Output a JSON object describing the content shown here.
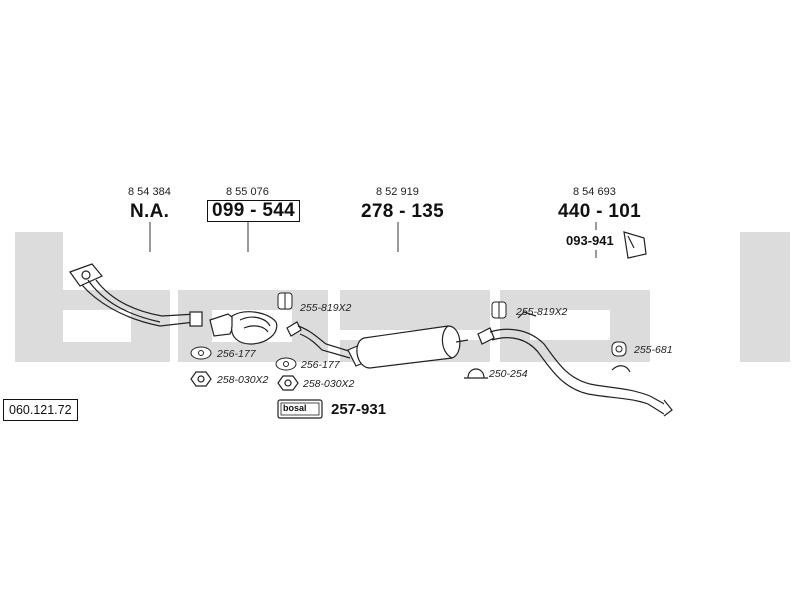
{
  "diagram": {
    "reference_number": "060.121.72",
    "watermark_text": "bosal",
    "groups": [
      {
        "oem": "8 54 384",
        "part": "N.A.",
        "boxed": false
      },
      {
        "oem": "8 55 076",
        "part": "099 - 544",
        "boxed": true
      },
      {
        "oem": "8 52 919",
        "part": "278 - 135",
        "boxed": false
      },
      {
        "oem": "8 54 693",
        "part": "440 - 101",
        "boxed": false
      }
    ],
    "bracket_part": "093-941",
    "accessories": {
      "clamp_left": "255-819X2",
      "gasket_1": "256-177",
      "nut_1": "258-030X2",
      "gasket_2": "256-177",
      "nut_2": "258-030X2",
      "clamp_mid": "255-819X2",
      "clamp_u": "250-254",
      "rubber_mount": "255-681"
    },
    "mounting_kit": {
      "brand": "bosal",
      "part": "257-931"
    }
  }
}
